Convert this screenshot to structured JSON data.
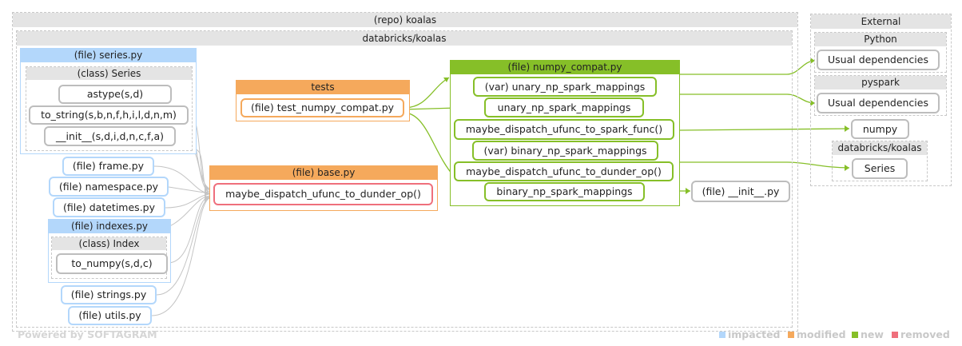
{
  "repo_title": "(repo) koalas",
  "project_title": "databricks/koalas",
  "series_file": "(file) series.py",
  "series_class": "(class) Series",
  "series_methods": [
    "astype(s,d)",
    "to_string(s,b,n,f,h,i,l,d,n,m)",
    "__init__(s,d,i,d,n,c,f,a)"
  ],
  "frame_file": "(file) frame.py",
  "namespace_file": "(file) namespace.py",
  "datetimes_file": "(file) datetimes.py",
  "indexes_file": "(file) indexes.py",
  "index_class": "(class) Index",
  "index_method": "to_numpy(s,d,c)",
  "strings_file": "(file) strings.py",
  "utils_file": "(file) utils.py",
  "tests_title": "tests",
  "tests_file": "(file) test_numpy_compat.py",
  "base_file": "(file) base.py",
  "base_func": "maybe_dispatch_ufunc_to_dunder_op()",
  "numpy_compat_file": "(file) numpy_compat.py",
  "numpy_compat_items": [
    "(var) unary_np_spark_mappings",
    "unary_np_spark_mappings",
    "maybe_dispatch_ufunc_to_spark_func()",
    "(var) binary_np_spark_mappings",
    "maybe_dispatch_ufunc_to_dunder_op()",
    "binary_np_spark_mappings"
  ],
  "init_file": "(file) __init__.py",
  "external_title": "External",
  "python_title": "Python",
  "python_dep": "Usual dependencies",
  "pyspark_title": "pyspark",
  "pyspark_dep": "Usual dependencies",
  "numpy_label": "numpy",
  "ext_koalas_title": "databricks/koalas",
  "ext_series": "Series",
  "footer": "Powered by SOFTAGRAM",
  "legend": [
    {
      "label": "impacted",
      "color": "#b3d7fb"
    },
    {
      "label": "modified",
      "color": "#f5a95c"
    },
    {
      "label": "new",
      "color": "#86bf28"
    },
    {
      "label": "removed",
      "color": "#ef6f7c"
    }
  ]
}
